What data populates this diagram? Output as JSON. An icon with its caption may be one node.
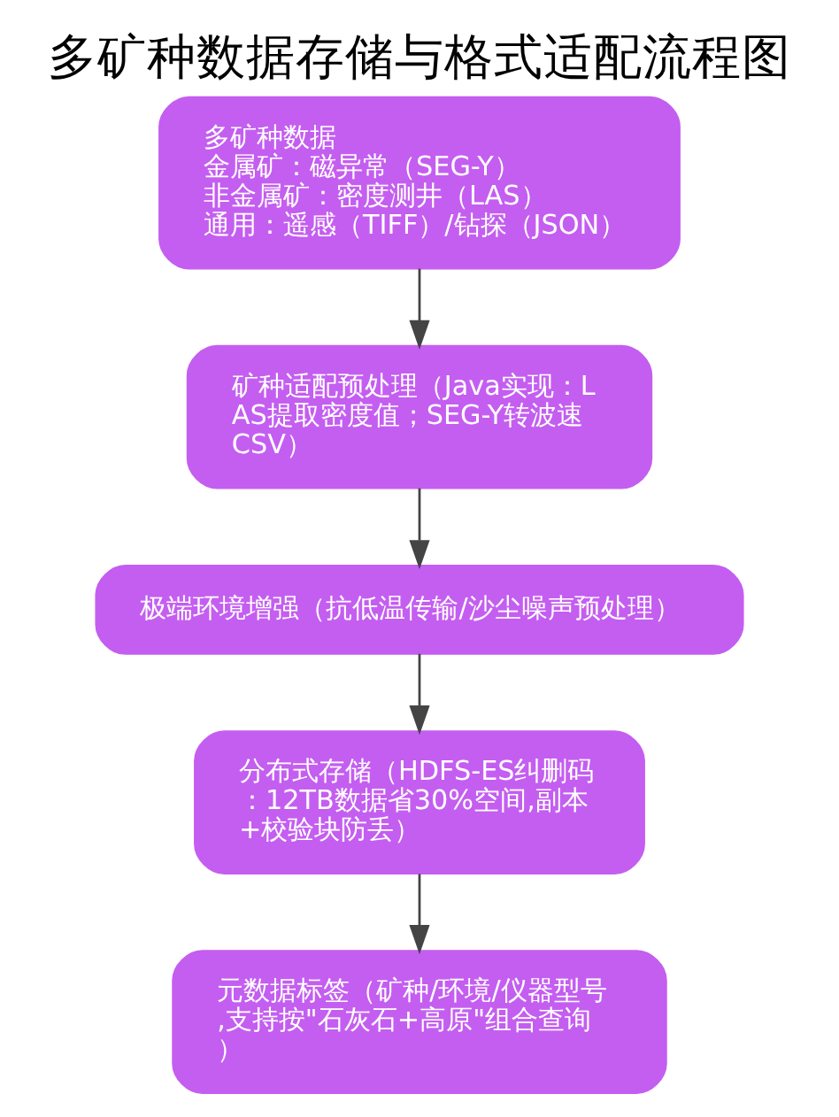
{
  "diagram": {
    "title": "多矿种数据存储与格式适配流程图",
    "nodes": [
      {
        "text": [
          "多矿种数据",
          "金属矿：磁异常（SEG-Y）",
          "非金属矿：密度测井（LAS）",
          "通用：遥感（TIFF）/钻探（JSON）"
        ]
      },
      {
        "text": [
          "矿种适配预处理（Java实现：LAS提取密度值；SEG-Y转波速CSV）"
        ]
      },
      {
        "text": [
          "极端环境增强（抗低温传输/沙尘噪声预处理）"
        ]
      },
      {
        "text": [
          "分布式存储（HDFS-ES纠删码：12TB数据省30%空间,副本+校验块防丢）"
        ]
      },
      {
        "text": [
          "元数据标签（矿种/环境/仪器型号,支持按\"石灰石+高原\"组合查询）"
        ]
      }
    ],
    "edges": [
      {
        "from": 0,
        "to": 1,
        "arrow": "to"
      },
      {
        "from": 1,
        "to": 2,
        "arrow": "to"
      },
      {
        "from": 2,
        "to": 3,
        "arrow": "to"
      },
      {
        "from": 3,
        "to": 4,
        "arrow": "to"
      }
    ]
  }
}
